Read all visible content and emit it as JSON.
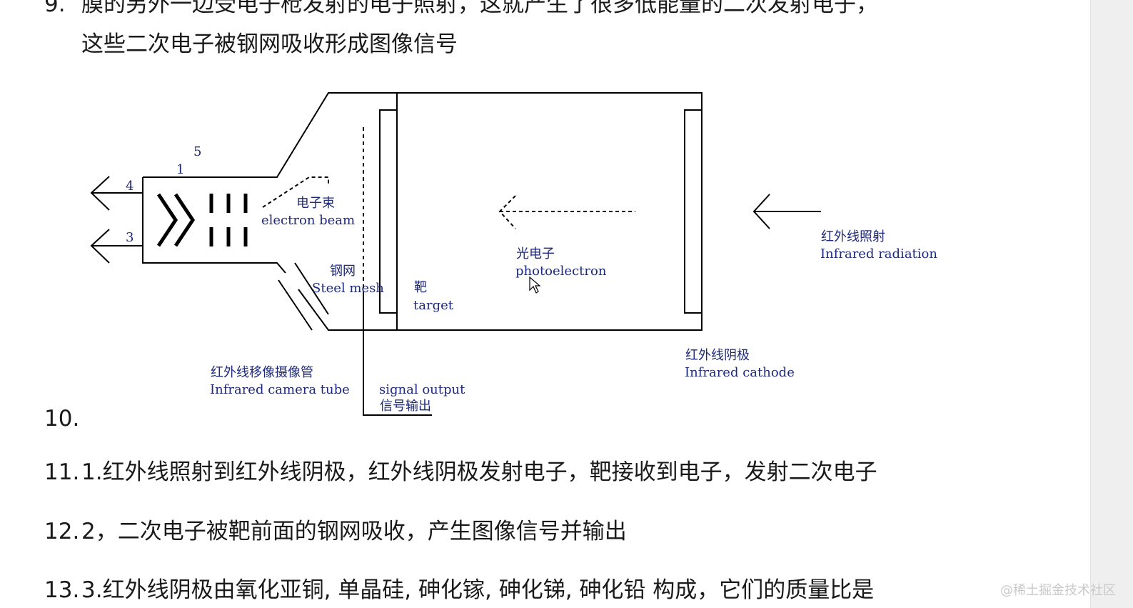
{
  "document": {
    "line9_num": "9.",
    "line9_text": "膜的另外一边受电子枪发射的电子照射，这就产生了很多低能量的二次发射电子，",
    "line9_cont": "这些二次电子被钢网吸收形成图像信号",
    "line10_num": "10.",
    "line11_num": "11.",
    "line11_text": "1.红外线照射到红外线阴极，红外线阴极发射电子，靶接收到电子，发射二次电子",
    "line12_num": "12.",
    "line12_text": "2，二次电子被靶前面的钢网吸收，产生图像信号并输出",
    "line13_num": "13.",
    "line13_text": "3.红外线阴极由氧化亚铜, 单晶硅, 砷化镓, 砷化锑, 砷化铅 构成，它们的质量比是"
  },
  "diagram": {
    "label_5": "5",
    "label_1": "1",
    "label_4": "4",
    "label_3": "3",
    "electron_beam_cn": "电子束",
    "electron_beam_en": "electron beam",
    "steel_mesh_cn": "钢网",
    "steel_mesh_en": "Steel mesh",
    "target_cn": "靶",
    "target_en": "target",
    "photoelectron_cn": "光电子",
    "photoelectron_en": "photoelectron",
    "infrared_radiation_cn": "红外线照射",
    "infrared_radiation_en": "Infrared radiation",
    "infrared_cathode_cn": "红外线阴极",
    "infrared_cathode_en": "Infrared cathode",
    "camera_tube_cn": "红外线移像摄像管",
    "camera_tube_en": "Infrared camera tube",
    "signal_output_en": "signal output",
    "signal_output_cn": "信号输出",
    "label_color": "#1f2a7a",
    "line_color": "#000000"
  },
  "watermark": "@稀土掘金技术社区"
}
